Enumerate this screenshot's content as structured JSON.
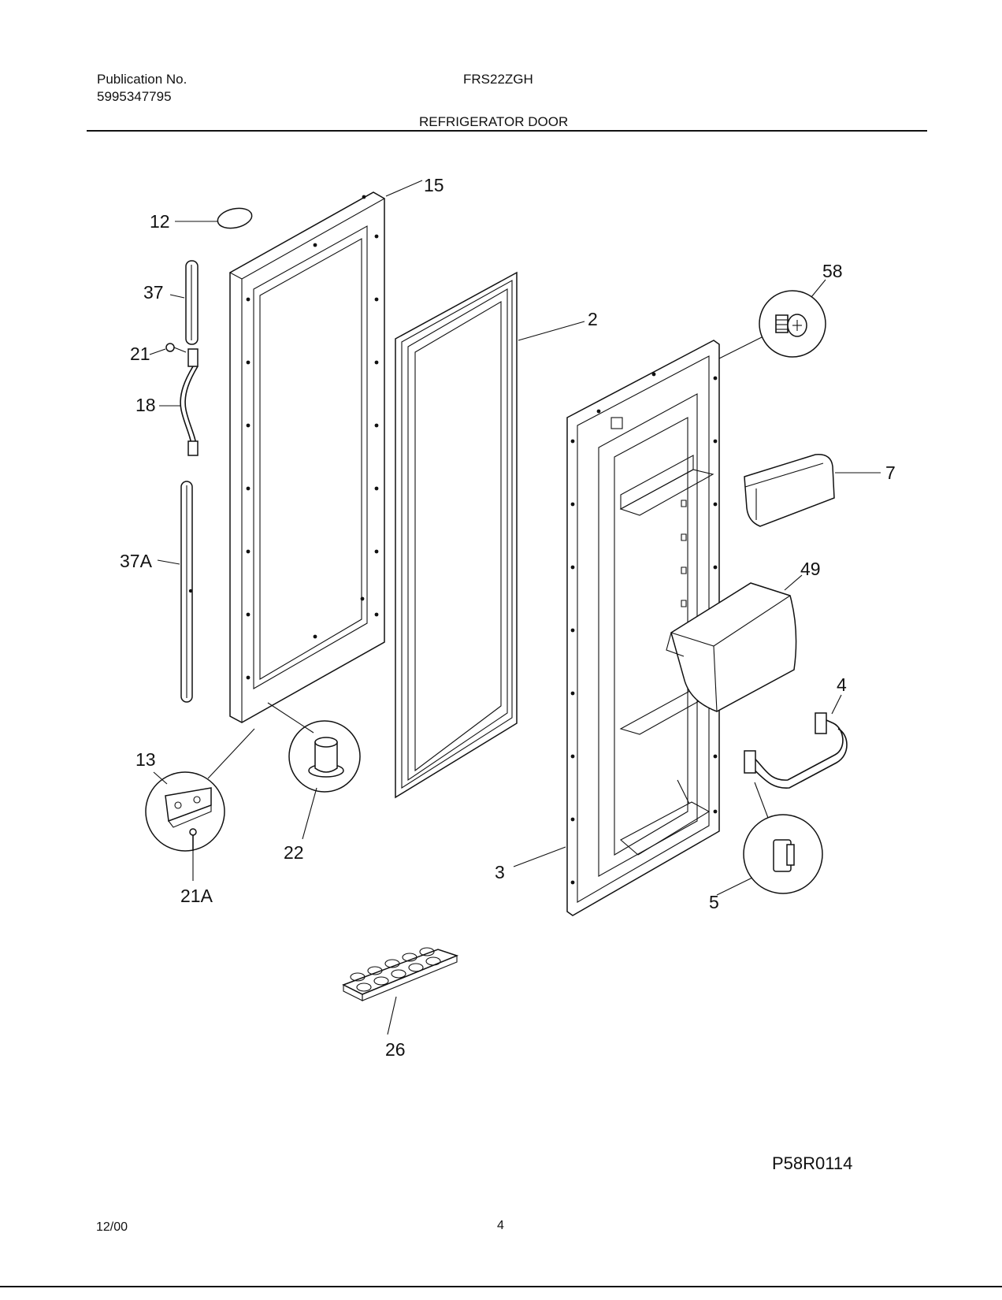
{
  "header": {
    "publication_label": "Publication No.",
    "publication_number": "5995347795",
    "model": "FRS22ZGH",
    "section_title": "REFRIGERATOR DOOR"
  },
  "footer": {
    "date": "12/00",
    "page_number": "4",
    "figure_code": "P58R0114"
  },
  "callouts": {
    "c12": "12",
    "c15": "15",
    "c37": "37",
    "c21": "21",
    "c18": "18",
    "c37a": "37A",
    "c2": "2",
    "c58": "58",
    "c7": "7",
    "c49": "49",
    "c4": "4",
    "c13": "13",
    "c22": "22",
    "c21a": "21A",
    "c3": "3",
    "c5": "5",
    "c26": "26"
  }
}
